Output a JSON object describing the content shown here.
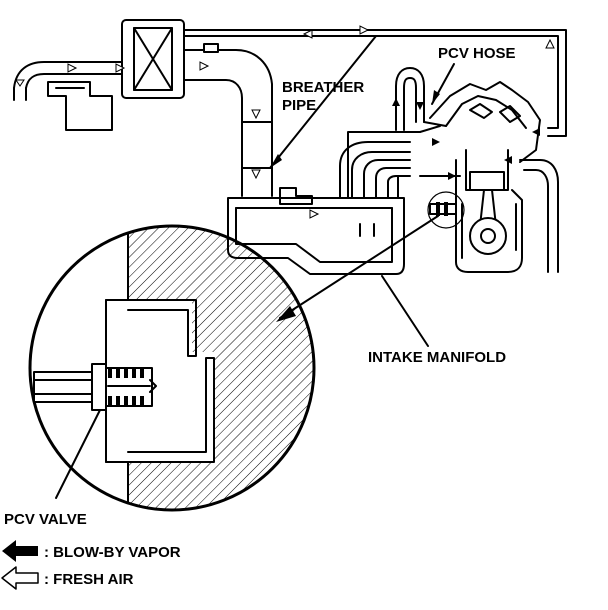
{
  "labels": {
    "breather_pipe_line1": "BREATHER",
    "breather_pipe_line2": "PIPE",
    "pcv_hose": "PCV HOSE",
    "intake_manifold": "INTAKE MANIFOLD",
    "pcv_valve": "PCV VALVE"
  },
  "legend": {
    "blow_by_vapor": ": BLOW-BY VAPOR",
    "fresh_air": ": FRESH AIR"
  },
  "colors": {
    "ink": "#000000",
    "paper": "#ffffff"
  }
}
